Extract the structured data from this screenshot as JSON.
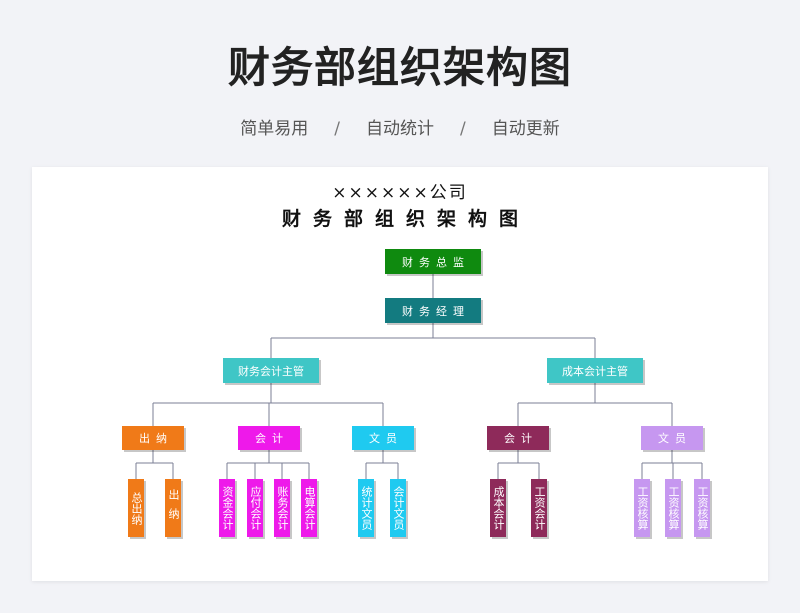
{
  "header": {
    "title": "财务部组织架构图",
    "features": [
      "简单易用",
      "自动统计",
      "自动更新"
    ],
    "separator": "/"
  },
  "org": {
    "company": "××××××公司",
    "title": "财务部组织架构图",
    "director": {
      "label": "财务总监",
      "color": "#0f8a0f"
    },
    "manager": {
      "label": "财务经理",
      "color": "#137b80"
    },
    "supervisors": [
      {
        "label": "财务会计主管",
        "color": "#3fc6c6"
      },
      {
        "label": "成本会计主管",
        "color": "#3fc6c6"
      }
    ],
    "groups": [
      {
        "label": "出纳",
        "color": "#f07a18",
        "members": [
          {
            "label": "总出纳",
            "color": "#f07a18"
          },
          {
            "label": "出纳",
            "color": "#f07a18"
          }
        ]
      },
      {
        "label": "会计",
        "color": "#ee19ea",
        "members": [
          {
            "label": "资金会计",
            "color": "#ee19ea"
          },
          {
            "label": "应付会计",
            "color": "#ee19ea"
          },
          {
            "label": "账务会计",
            "color": "#ee19ea"
          },
          {
            "label": "电算会计",
            "color": "#ee19ea"
          }
        ]
      },
      {
        "label": "文员",
        "color": "#1fcaf0",
        "members": [
          {
            "label": "统计文员",
            "color": "#1fcaf0"
          },
          {
            "label": "会计文员",
            "color": "#1fcaf0"
          }
        ]
      },
      {
        "label": "会计",
        "color": "#8e2a5a",
        "members": [
          {
            "label": "成本会计",
            "color": "#8e2a5a"
          },
          {
            "label": "工资会计",
            "color": "#8e2a5a"
          }
        ]
      },
      {
        "label": "文员",
        "color": "#c697f0",
        "members": [
          {
            "label": "工资核算",
            "color": "#c697f0"
          },
          {
            "label": "工资核算",
            "color": "#c697f0"
          },
          {
            "label": "工资核算",
            "color": "#c697f0"
          }
        ]
      }
    ],
    "line_color": "#7b7f96"
  }
}
